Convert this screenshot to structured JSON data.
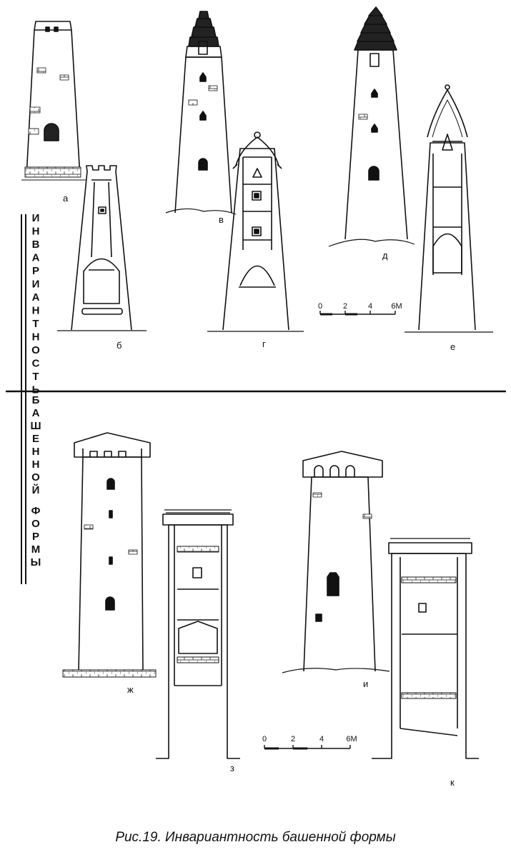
{
  "caption": "Рис.19. Инвариантность башенной формы",
  "vertical_text": {
    "top": "ИНВАРИАНТНОСТЬ",
    "bottom": "БАШЕННОЙ ФОРМЫ"
  },
  "towers": [
    {
      "id": "a",
      "label": "а",
      "kind": "facade"
    },
    {
      "id": "b",
      "label": "б",
      "kind": "section"
    },
    {
      "id": "v",
      "label": "в",
      "kind": "facade"
    },
    {
      "id": "g",
      "label": "г",
      "kind": "section"
    },
    {
      "id": "d",
      "label": "д",
      "kind": "facade"
    },
    {
      "id": "e",
      "label": "е",
      "kind": "section"
    },
    {
      "id": "zh",
      "label": "ж",
      "kind": "facade"
    },
    {
      "id": "z",
      "label": "з",
      "kind": "section"
    },
    {
      "id": "i",
      "label": "и",
      "kind": "facade"
    },
    {
      "id": "k",
      "label": "к",
      "kind": "section"
    }
  ],
  "scale_bars": [
    {
      "ticks": [
        "0",
        "2",
        "4",
        "6М"
      ]
    },
    {
      "ticks": [
        "0",
        "2",
        "4",
        "6М"
      ]
    }
  ],
  "colors": {
    "ink": "#111111",
    "paper": "#ffffff"
  }
}
